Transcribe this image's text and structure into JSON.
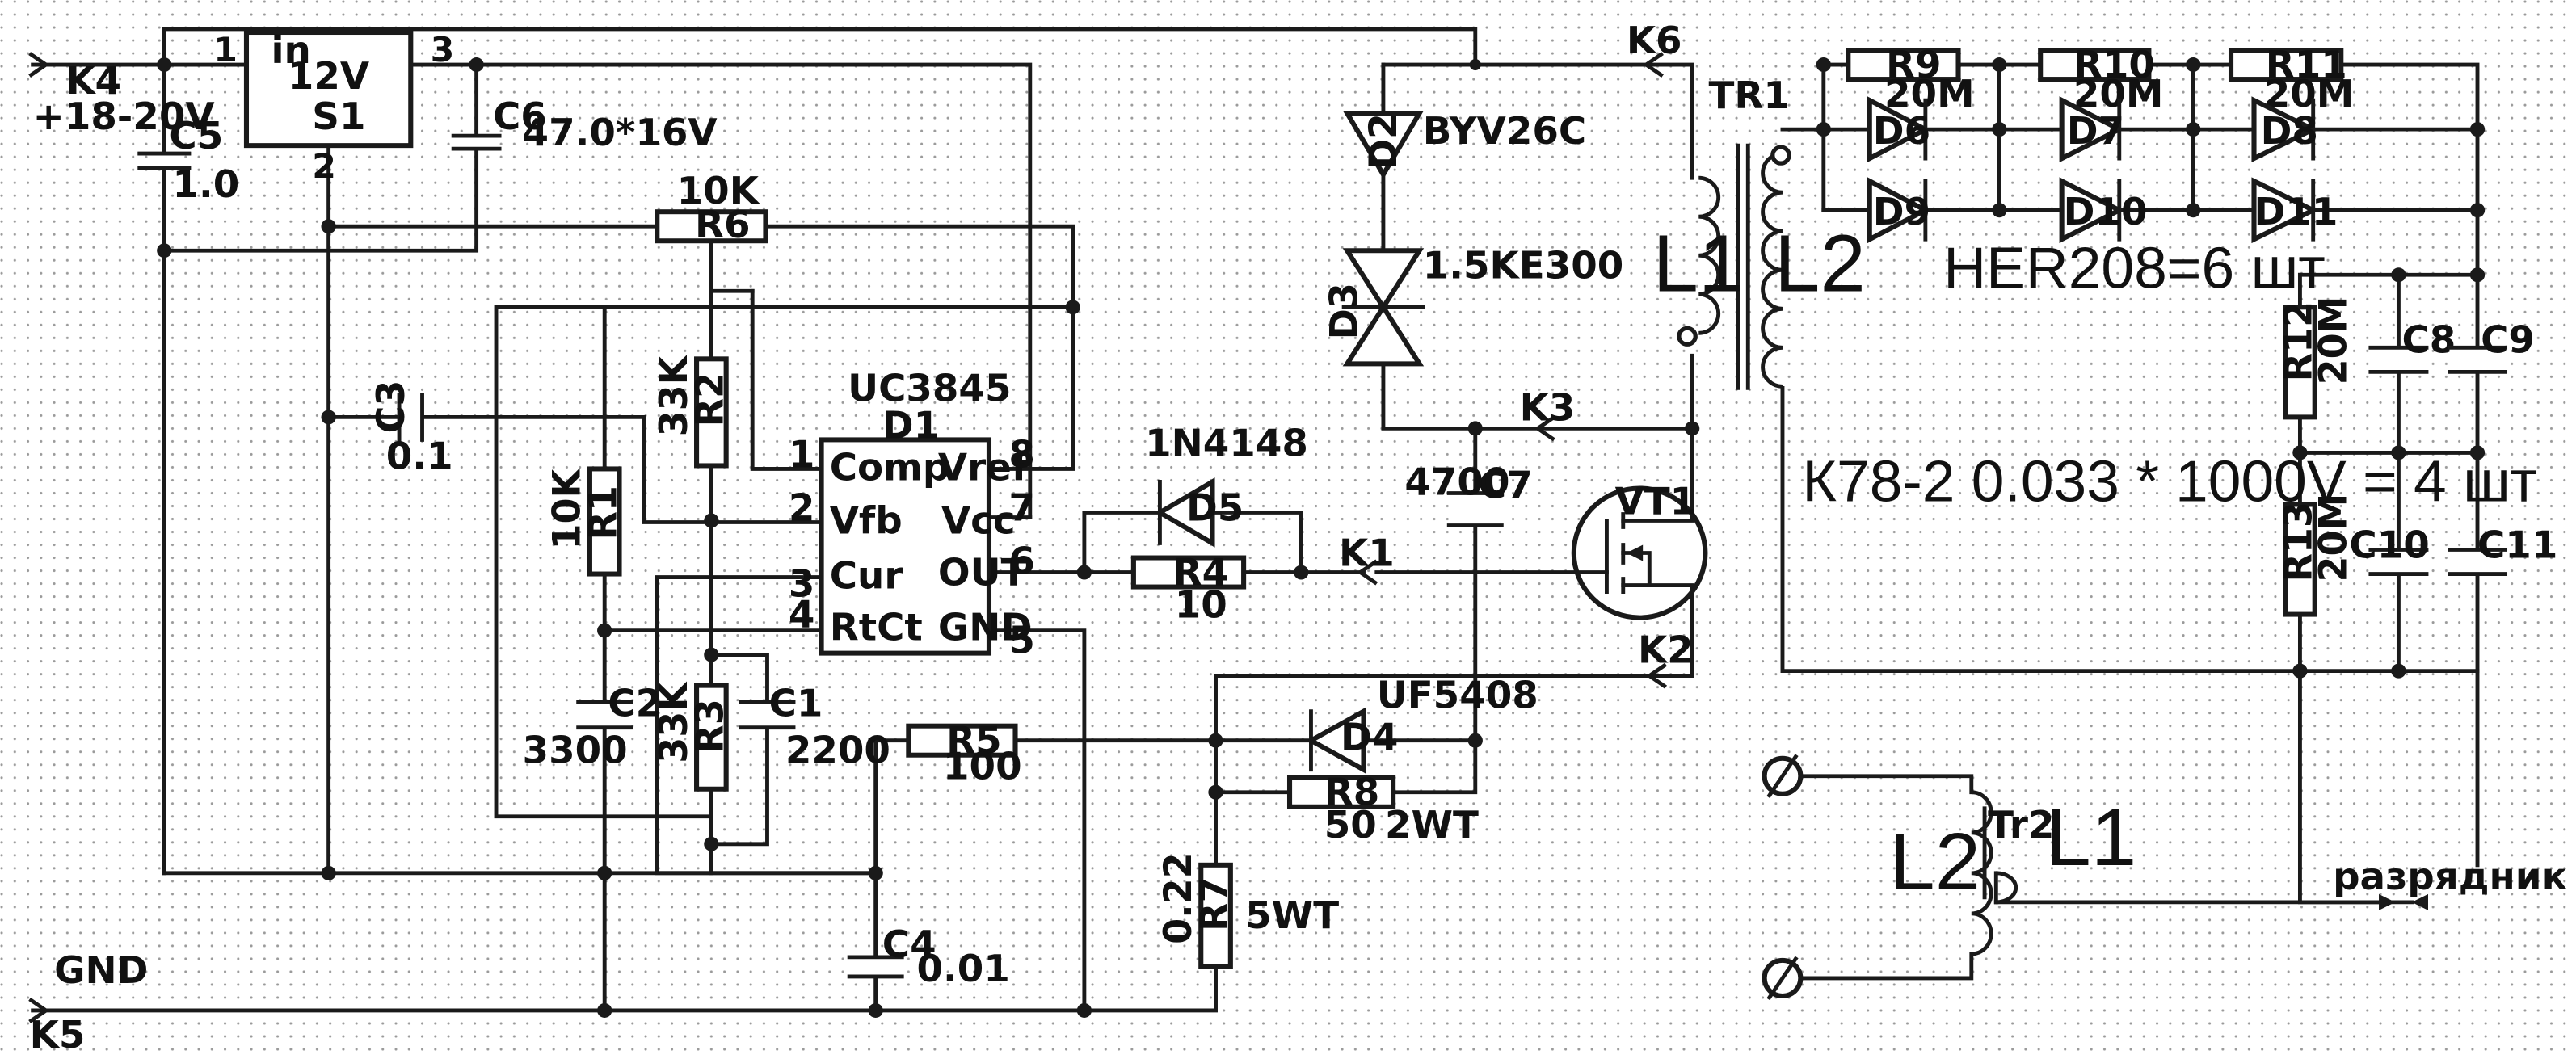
{
  "connectors": {
    "k4": "K4",
    "k5": "K5",
    "k6": "K6",
    "k1": "K1",
    "k2": "K2",
    "k3": "K3"
  },
  "power": {
    "input": "+18-20V",
    "ground": "GND"
  },
  "regulator": {
    "pin_in": "in",
    "voltage": "12V",
    "name": "S1",
    "pin1": "1",
    "pin2": "2",
    "pin3": "3"
  },
  "controller": {
    "part": "UC3845",
    "ref": "D1",
    "pins_left": [
      {
        "num": "1",
        "name": "Comp"
      },
      {
        "num": "2",
        "name": "Vfb"
      },
      {
        "num": "3",
        "name": "Cur"
      },
      {
        "num": "4",
        "name": "RtCt"
      }
    ],
    "pins_right": [
      {
        "num": "8",
        "name": "Vref"
      },
      {
        "num": "7",
        "name": "Vcc"
      },
      {
        "num": "6",
        "name": "OUT"
      },
      {
        "num": "5",
        "name": "GND"
      }
    ]
  },
  "capacitors": {
    "c5": {
      "ref": "C5",
      "value": "1.0"
    },
    "c6": {
      "ref": "C6",
      "value": "47.0*16V"
    },
    "c3": {
      "ref": "C3",
      "value": "0.1"
    },
    "c2": {
      "ref": "C2",
      "value": "3300"
    },
    "c1": {
      "ref": "C1",
      "value": "2200"
    },
    "c4": {
      "ref": "C4",
      "value": "0.01"
    },
    "c7": {
      "ref": "C7",
      "value": "4700"
    },
    "c8": {
      "ref": "C8"
    },
    "c9": {
      "ref": "C9"
    },
    "c10": {
      "ref": "C10"
    },
    "c11": {
      "ref": "C11"
    }
  },
  "resistors": {
    "r6": {
      "ref": "R6",
      "value": "10K"
    },
    "r2": {
      "ref": "R2",
      "value": "33K"
    },
    "r1": {
      "ref": "R1",
      "value": "10K"
    },
    "r3": {
      "ref": "R3",
      "value": "33K"
    },
    "r5": {
      "ref": "R5",
      "value": "100"
    },
    "r4": {
      "ref": "R4",
      "value": "10"
    },
    "r8": {
      "ref": "R8",
      "value": "50",
      "power": "2WT"
    },
    "r7": {
      "ref": "R7",
      "value": "0.22",
      "power": "5WT"
    },
    "r9": {
      "ref": "R9",
      "value": "20M"
    },
    "r10": {
      "ref": "R10",
      "value": "20M"
    },
    "r11": {
      "ref": "R11",
      "value": "20M"
    },
    "r12": {
      "ref": "R12",
      "value": "20M"
    },
    "r13": {
      "ref": "R13",
      "value": "20M"
    }
  },
  "diodes": {
    "d2": {
      "ref": "D2",
      "part": "BYV26C"
    },
    "d3": {
      "ref": "D3",
      "part": "1.5KE300"
    },
    "d5": {
      "ref": "D5",
      "part": "1N4148"
    },
    "d4": {
      "ref": "D4",
      "part": "UF5408"
    },
    "d6": "D6",
    "d7": "D7",
    "d8": "D8",
    "d9": "D9",
    "d10": "D10",
    "d11": "D11"
  },
  "transistor": {
    "ref": "VT1"
  },
  "transformer1": {
    "ref": "TR1",
    "l1": "L1",
    "l2": "L2"
  },
  "transformer2": {
    "ref": "Tr2",
    "l1": "L1",
    "l2": "L2",
    "gap": "разрядник"
  },
  "notes": {
    "diodes_note": "HER208=6 шт",
    "caps_note": "К78-2  0.033 * 1000V = 4 шт"
  }
}
